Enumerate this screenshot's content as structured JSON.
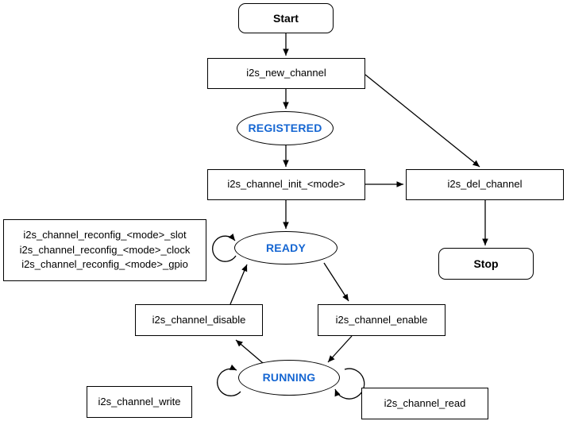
{
  "colors": {
    "state_text": "#1566D2",
    "line": "#000000",
    "node_fill": "#FFFFFF",
    "node_border": "#000000",
    "background": "#FFFFFF"
  },
  "nodes": {
    "start": {
      "label": "Start"
    },
    "new_channel": {
      "label": "i2s_new_channel"
    },
    "registered": {
      "label": "REGISTERED"
    },
    "init": {
      "label": "i2s_channel_init_<mode>"
    },
    "del": {
      "label": "i2s_del_channel"
    },
    "stop": {
      "label": "Stop"
    },
    "reconfig": {
      "lines": [
        "i2s_channel_reconfig_<mode>_slot",
        "i2s_channel_reconfig_<mode>_clock",
        "i2s_channel_reconfig_<mode>_gpio"
      ]
    },
    "ready": {
      "label": "READY"
    },
    "disable": {
      "label": "i2s_channel_disable"
    },
    "enable": {
      "label": "i2s_channel_enable"
    },
    "running": {
      "label": "RUNNING"
    },
    "write": {
      "label": "i2s_channel_write"
    },
    "read": {
      "label": "i2s_channel_read"
    }
  }
}
